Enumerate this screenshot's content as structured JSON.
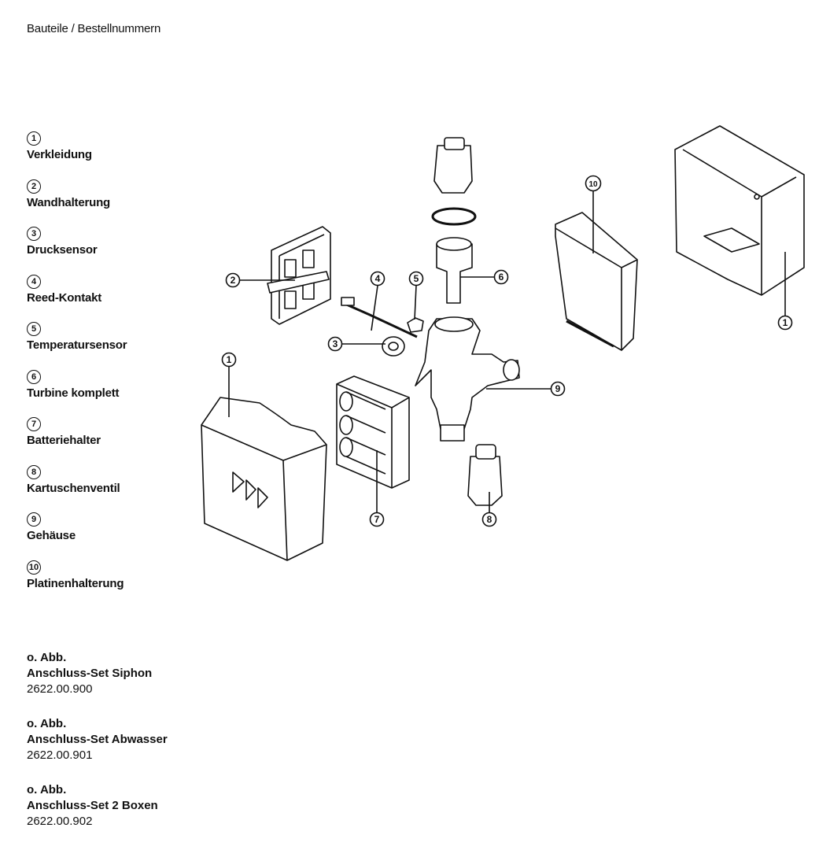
{
  "title": "Bauteile / Bestellnummern",
  "parts": [
    {
      "number": "1",
      "name": "Verkleidung"
    },
    {
      "number": "2",
      "name": "Wandhalterung"
    },
    {
      "number": "3",
      "name": "Drucksensor"
    },
    {
      "number": "4",
      "name": "Reed-Kontakt"
    },
    {
      "number": "5",
      "name": "Temperatursensor"
    },
    {
      "number": "6",
      "name": "Turbine komplett"
    },
    {
      "number": "7",
      "name": "Batteriehalter"
    },
    {
      "number": "8",
      "name": "Kartuschenventil"
    },
    {
      "number": "9",
      "name": "Gehäuse"
    },
    {
      "number": "10",
      "name": "Platinenhalterung"
    }
  ],
  "extras": [
    {
      "note": "o. Abb.",
      "name": "Anschluss-Set Siphon",
      "order_number": "2622.00.900"
    },
    {
      "note": "o. Abb.",
      "name": "Anschluss-Set Abwasser",
      "order_number": "2622.00.901"
    },
    {
      "note": "o. Abb.",
      "name": "Anschluss-Set 2 Boxen",
      "order_number": "2622.00.902"
    }
  ],
  "diagram": {
    "callouts": [
      "2",
      "4",
      "5",
      "6",
      "3",
      "1",
      "9",
      "7",
      "8",
      "10",
      "1"
    ]
  }
}
